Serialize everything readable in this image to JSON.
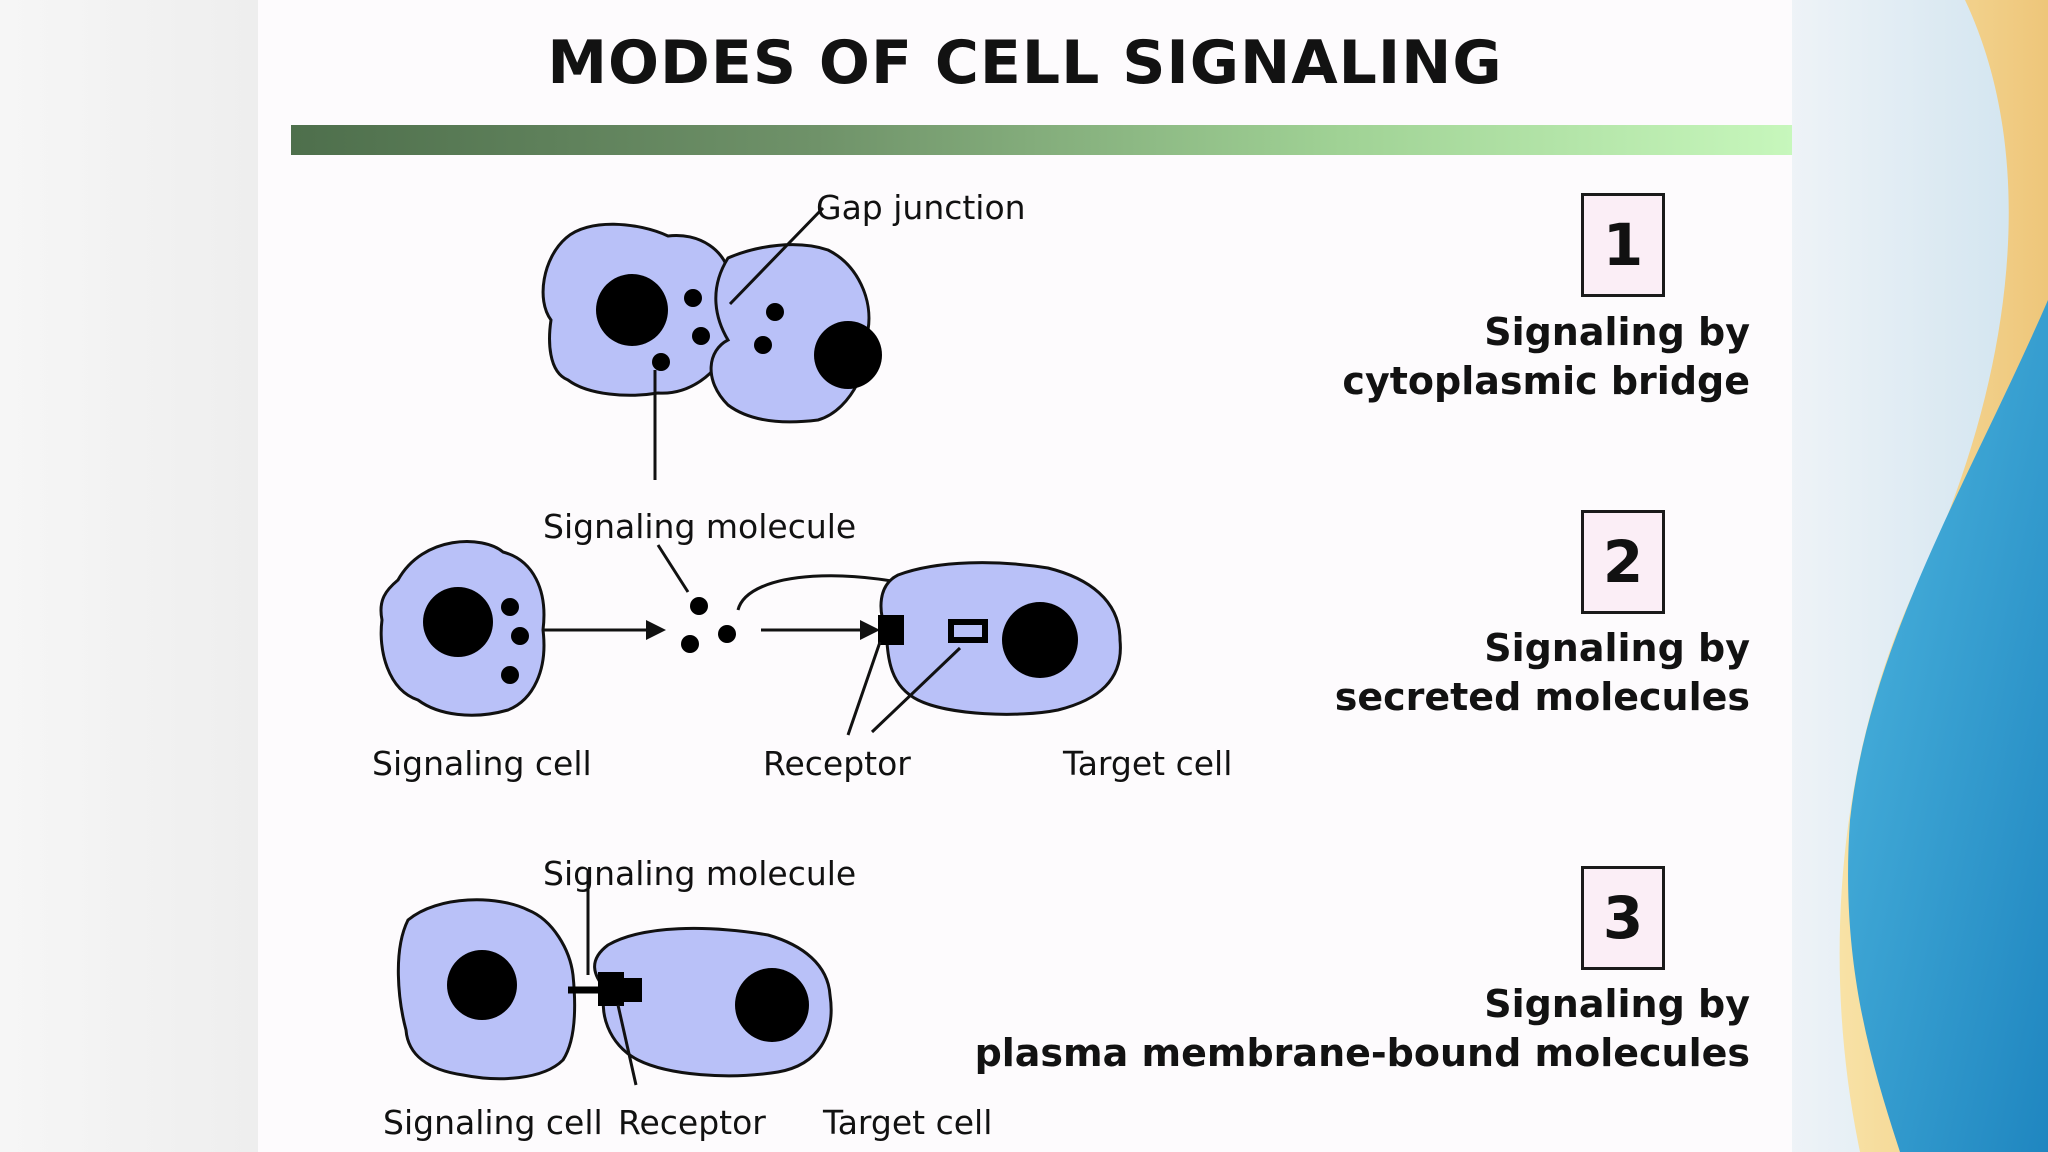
{
  "slide": {
    "title": "MODES OF CELL SIGNALING"
  },
  "modes": [
    {
      "number": "1",
      "caption_lines": [
        "Signaling by",
        "cytoplasmic bridge"
      ]
    },
    {
      "number": "2",
      "caption_lines": [
        "Signaling by",
        "secreted molecules"
      ]
    },
    {
      "number": "3",
      "caption_lines": [
        "Signaling by",
        "plasma membrane-bound molecules"
      ]
    }
  ],
  "figure_labels": {
    "gap_junction": "Gap junction",
    "signaling_molecule_2": "Signaling molecule",
    "signaling_cell_2": "Signaling cell",
    "receptor_2": "Receptor",
    "target_cell_2": "Target cell",
    "signaling_molecule_3": "Signaling molecule",
    "signaling_cell_3": "Signaling cell",
    "receptor_3": "Receptor",
    "target_cell_3": "Target cell"
  },
  "colors": {
    "cell_fill": "#b9c1f8",
    "outline": "#111111",
    "title_bar_dark": "#4e6f4c",
    "title_bar_light": "#c7f7bc",
    "decor_yellow": "#f3d58e",
    "decor_blue": "#2a9bd0"
  }
}
